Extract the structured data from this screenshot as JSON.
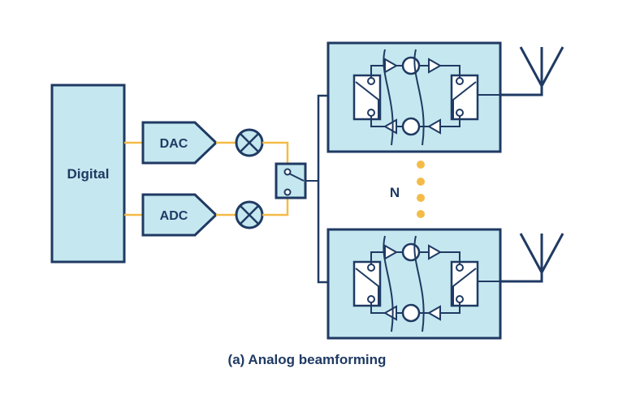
{
  "blocks": {
    "digital": "Digital",
    "dac": "DAC",
    "adc": "ADC"
  },
  "array_count_label": "N",
  "caption": "(a) Analog beamforming",
  "colors": {
    "stroke": "#1f3a63",
    "fill": "#c5e7ef",
    "signal": "#f4bb47",
    "background": "#ffffff"
  },
  "icons": [
    "mixer-icon",
    "switch-icon",
    "amplifier-icon",
    "phase-shifter-icon",
    "antenna-icon",
    "ellipsis-dots-icon"
  ]
}
